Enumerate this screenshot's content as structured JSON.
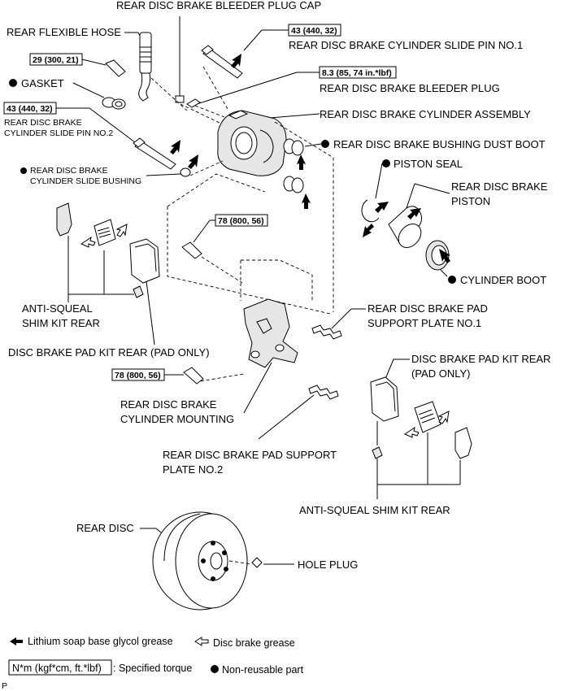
{
  "labels": {
    "bleeder_cap": "REAR DISC BRAKE BLEEDER PLUG CAP",
    "flexible_hose": "REAR FLEXIBLE HOSE",
    "slide_pin_1": "REAR DISC BRAKE CYLINDER SLIDE PIN NO.1",
    "bleeder_plug": "REAR DISC BRAKE BLEEDER PLUG",
    "gasket": "GASKET",
    "cylinder_assembly": "REAR DISC BRAKE CYLINDER ASSEMBLY",
    "slide_pin_2_line1": "REAR DISC BRAKE",
    "slide_pin_2_line2": "CYLINDER SLIDE PIN NO.2",
    "bushing_dust_boot": "REAR DISC BRAKE BUSHING DUST BOOT",
    "slide_bushing_line1": "REAR DISC BRAKE",
    "slide_bushing_line2": "CYLINDER SLIDE BUSHING",
    "piston_seal": "PISTON SEAL",
    "piston_line1": "REAR DISC BRAKE",
    "piston_line2": "PISTON",
    "cylinder_boot": "CYLINDER BOOT",
    "shim_kit_left_line1": "ANTI-SQUEAL",
    "shim_kit_left_line2": "SHIM KIT REAR",
    "pad_kit_left": "DISC BRAKE PAD KIT REAR (PAD ONLY)",
    "support_plate_1_line1": "REAR DISC BRAKE PAD",
    "support_plate_1_line2": "SUPPORT PLATE NO.1",
    "pad_kit_right_line1": "DISC BRAKE PAD KIT REAR",
    "pad_kit_right_line2": "(PAD ONLY)",
    "cylinder_mounting_line1": "REAR DISC BRAKE",
    "cylinder_mounting_line2": "CYLINDER MOUNTING",
    "support_plate_2_line1": "REAR DISC BRAKE PAD SUPPORT",
    "support_plate_2_line2": "PLATE NO.2",
    "shim_kit_right": "ANTI-SQUEAL SHIM KIT REAR",
    "rear_disc": "REAR DISC",
    "hole_plug": "HOLE PLUG"
  },
  "torques": {
    "slide_pin_1": "43 (440, 32)",
    "bleeder_plug": "8.3 (85, 74 in.*lbf)",
    "union_bolt": "29 (300, 21)",
    "slide_pin_2": "43 (440, 32)",
    "mounting_bolt_upper": "78 (800, 56)",
    "mounting_bolt_lower": "78 (800, 56)"
  },
  "legend": {
    "lithium_grease": "Lithium soap base glycol grease",
    "disc_grease": "Disc brake grease",
    "torque_box": "N*m (kgf*cm, ft.*lbf)",
    "torque_desc": ": Specified torque",
    "non_reusable": "Non-reusable part"
  },
  "corner_mark": "P",
  "colors": {
    "ink": "#000000",
    "paper": "#ffffff",
    "part_fill": "#e6e6e6"
  }
}
